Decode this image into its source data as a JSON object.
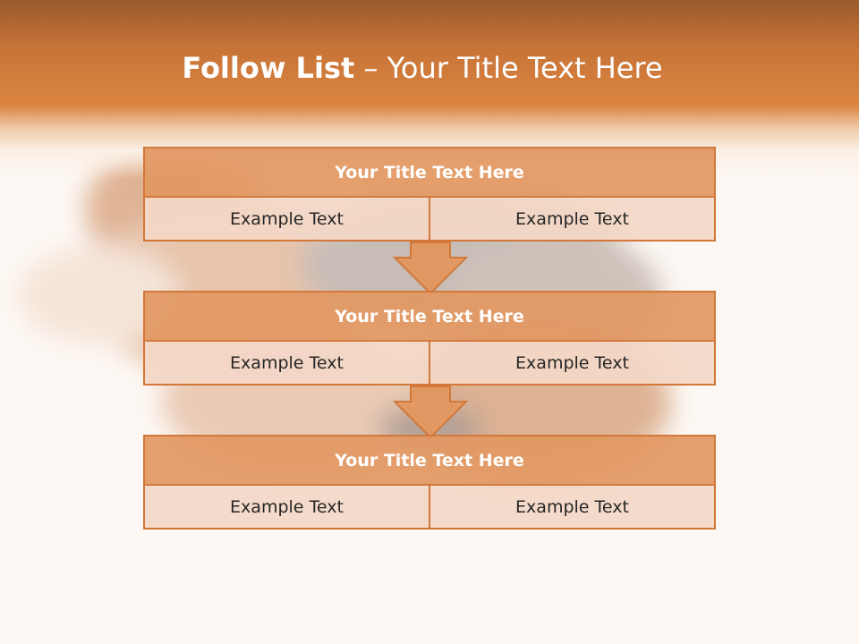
{
  "slide": {
    "title_bold": "Follow List",
    "title_rest": "– Your Title Text Here"
  },
  "blocks": [
    {
      "title": "Your Title Text Here",
      "left": "Example Text",
      "right": "Example Text"
    },
    {
      "title": "Your Title Text Here",
      "left": "Example Text",
      "right": "Example Text"
    },
    {
      "title": "Your Title Text Here",
      "left": "Example Text",
      "right": "Example Text"
    }
  ],
  "colors": {
    "header_orange": "#db8540",
    "title_fill": "#e29862",
    "cell_fill": "#f3d7c6",
    "border": "#d2783a",
    "arrow_fill": "#e29862"
  }
}
